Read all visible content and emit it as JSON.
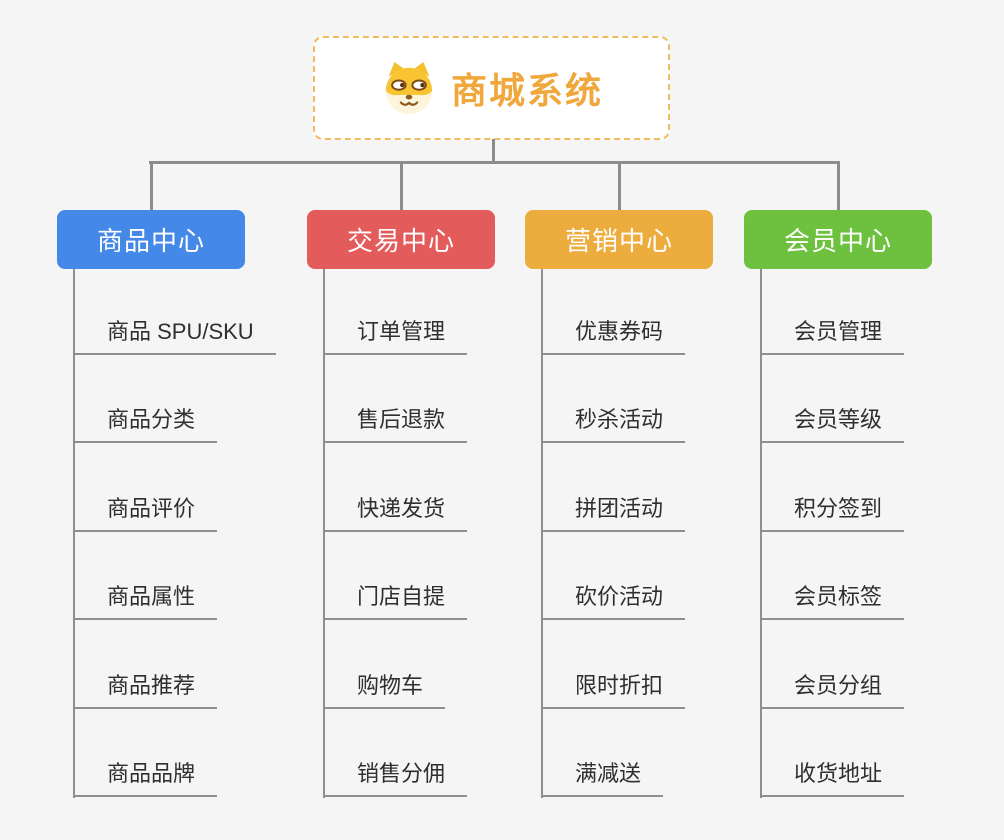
{
  "canvas": {
    "background": "#f5f5f6",
    "connector_color": "#8c8c8c"
  },
  "root": {
    "title": "商城系统",
    "icon": "dog-face-icon",
    "text_color": "#f0a73c",
    "border_color": "#f2bc5e"
  },
  "branches": [
    {
      "label": "商品中心",
      "color": "#4589e8",
      "children": [
        "商品 SPU/SKU",
        "商品分类",
        "商品评价",
        "商品属性",
        "商品推荐",
        "商品品牌"
      ]
    },
    {
      "label": "交易中心",
      "color": "#e45b5b",
      "children": [
        "订单管理",
        "售后退款",
        "快递发货",
        "门店自提",
        "购物车",
        "销售分佣"
      ]
    },
    {
      "label": "营销中心",
      "color": "#edad3e",
      "children": [
        "优惠券码",
        "秒杀活动",
        "拼团活动",
        "砍价活动",
        "限时折扣",
        "满减送"
      ]
    },
    {
      "label": "会员中心",
      "color": "#6ec13f",
      "children": [
        "会员管理",
        "会员等级",
        "积分签到",
        "会员标签",
        "会员分组",
        "收货地址"
      ]
    }
  ]
}
